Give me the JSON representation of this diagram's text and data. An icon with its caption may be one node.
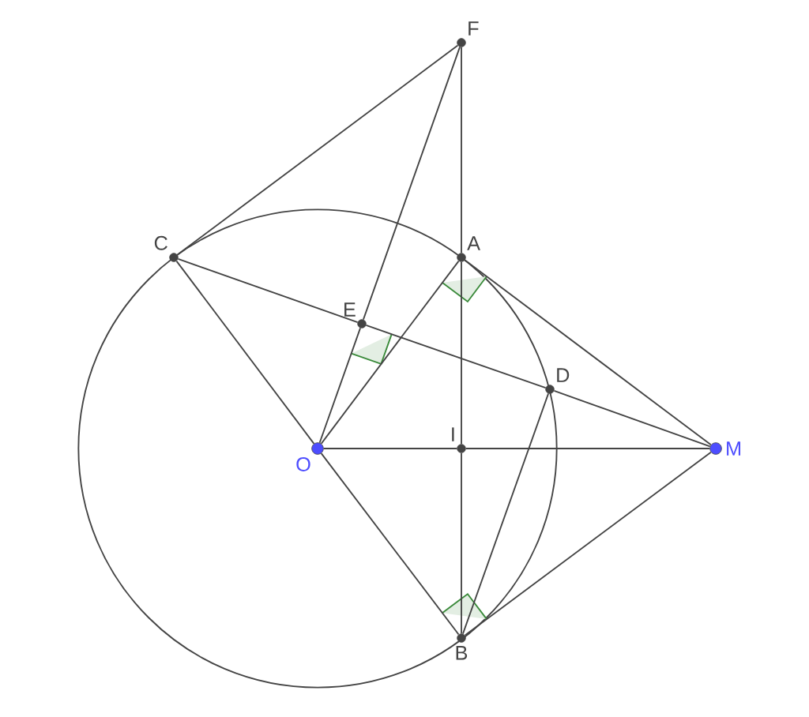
{
  "diagram": {
    "nodes": [
      {
        "text": [
          "F"
        ]
      },
      {
        "text": [
          "C"
        ]
      },
      {
        "text": [
          "A"
        ]
      },
      {
        "text": [
          "E"
        ]
      },
      {
        "text": [
          "D"
        ]
      },
      {
        "text": [
          "O"
        ]
      },
      {
        "text": [
          "I"
        ]
      },
      {
        "text": [
          "M"
        ]
      },
      {
        "text": [
          "B"
        ]
      }
    ],
    "edges": [
      {
        "from": 1,
        "to": 0,
        "arrow": "none"
      },
      {
        "from": 0,
        "to": 2,
        "arrow": "none"
      },
      {
        "from": 2,
        "to": 6,
        "arrow": "none"
      },
      {
        "from": 6,
        "to": 8,
        "arrow": "none"
      },
      {
        "from": 0,
        "to": 3,
        "arrow": "none"
      },
      {
        "from": 3,
        "to": 5,
        "arrow": "none"
      },
      {
        "from": 1,
        "to": 3,
        "arrow": "none"
      },
      {
        "from": 3,
        "to": 4,
        "arrow": "none"
      },
      {
        "from": 4,
        "to": 7,
        "arrow": "none"
      },
      {
        "from": 1,
        "to": 5,
        "arrow": "none"
      },
      {
        "from": 5,
        "to": 2,
        "arrow": "none"
      },
      {
        "from": 5,
        "to": 6,
        "arrow": "none"
      },
      {
        "from": 6,
        "to": 7,
        "arrow": "none"
      },
      {
        "from": 5,
        "to": 8,
        "arrow": "none"
      },
      {
        "from": 2,
        "to": 7,
        "arrow": "none"
      },
      {
        "from": 8,
        "to": 7,
        "arrow": "none"
      },
      {
        "from": 8,
        "to": 4,
        "arrow": "none"
      }
    ]
  }
}
